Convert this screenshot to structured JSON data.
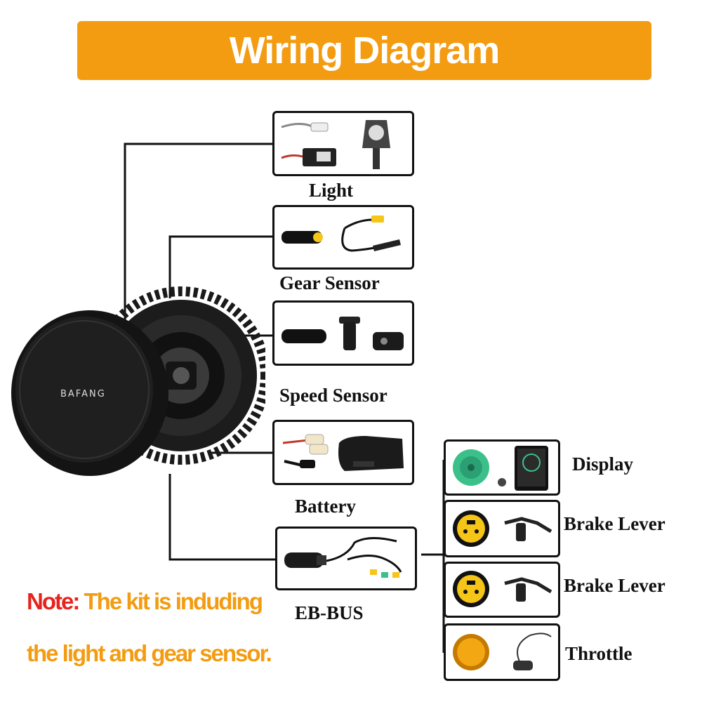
{
  "header": {
    "title": "Wiring Diagram"
  },
  "motor": {
    "brand": "BAFANG"
  },
  "components": {
    "light": "Light",
    "gear_sensor": "Gear Sensor",
    "speed_sensor": "Speed Sensor",
    "battery": "Battery",
    "eb_bus": "EB-BUS",
    "display": "Display",
    "brake_lever_1": "Brake Lever",
    "brake_lever_2": "Brake Lever",
    "throttle": "Throttle"
  },
  "note": {
    "prefix": "Note:",
    "line1": "The kit is induding",
    "line2": "the light and gear sensor."
  },
  "colors": {
    "banner": "#f39c12",
    "note_red": "#e8221c",
    "note_orange": "#f39c12",
    "connector_green": "#3cc08a",
    "connector_yellow": "#f5c518"
  }
}
